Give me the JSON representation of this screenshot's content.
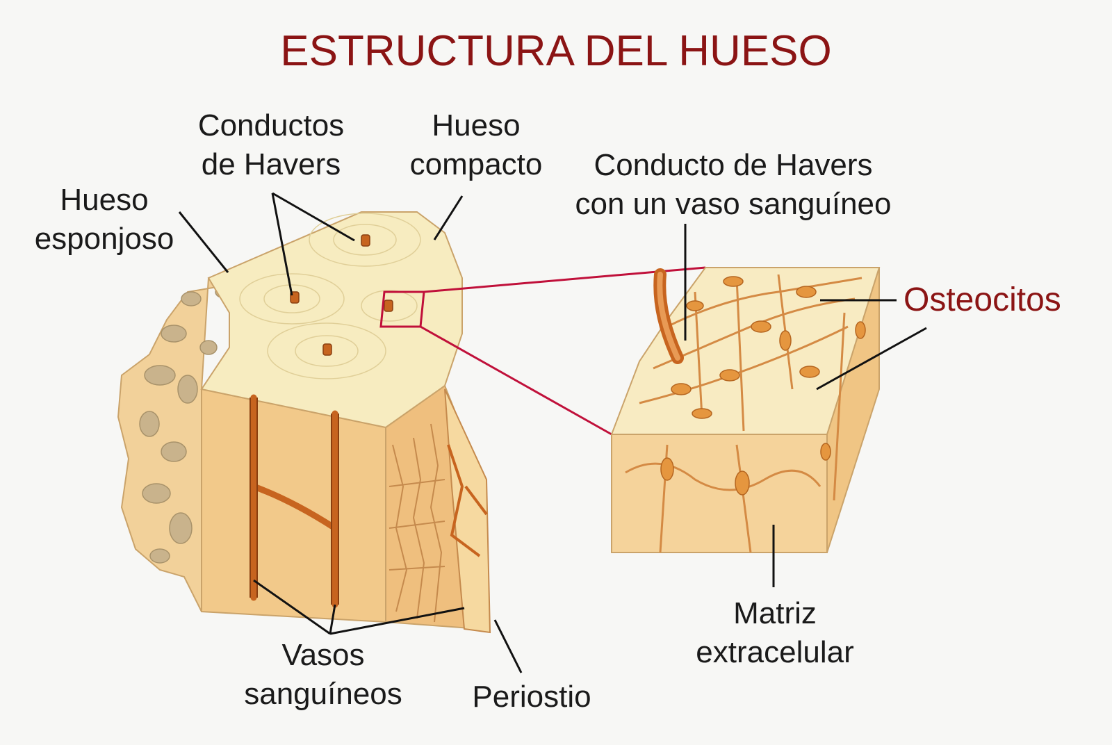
{
  "title": "ESTRUCTURA DEL HUESO",
  "labels": {
    "hueso_esponjoso": [
      "Hueso",
      "esponjoso"
    ],
    "conductos_havers": [
      "Conductos",
      "de Havers"
    ],
    "hueso_compacto": [
      "Hueso",
      "compacto"
    ],
    "conducto_havers_vaso": [
      "Conducto de Havers",
      "con un vaso sanguíneo"
    ],
    "osteocitos": "Osteocitos",
    "vasos_sanguineos": [
      "Vasos",
      "sanguíneos"
    ],
    "periostio": "Periostio",
    "matriz_extracelular": [
      "Matriz",
      "extracelular"
    ]
  },
  "colors": {
    "title": "#8b1414",
    "bone_top": "#f7ecc0",
    "bone_side": "#f2c98a",
    "bone_dark": "#e2a866",
    "vessel": "#c7641f",
    "zoom_outline": "#c0103a"
  }
}
